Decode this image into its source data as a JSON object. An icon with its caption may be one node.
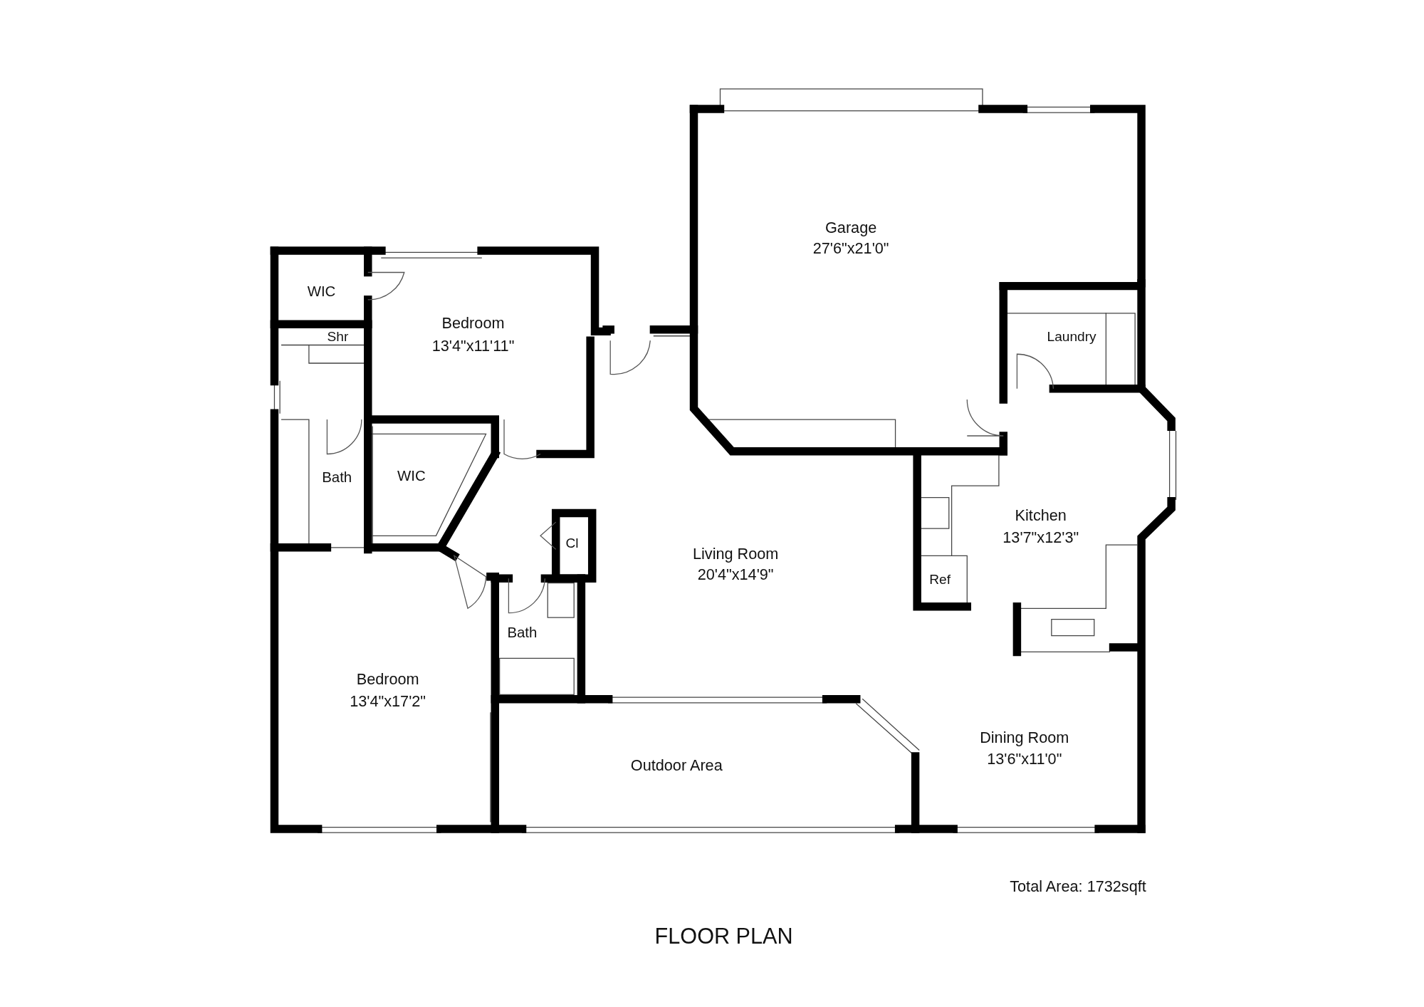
{
  "diagram": {
    "caption": "FLOOR PLAN",
    "labels": [
      "Garage",
      "27'6\"x21'0\"",
      "WIC",
      "Bedroom",
      "13'4\"x11'11\"",
      "Shr",
      "Laundry",
      "Bath",
      "WIC",
      "Kitchen",
      "13'7\"x12'3\"",
      "Cl",
      "Living Room",
      "20'4\"x14'9\"",
      "Ref",
      "Bath",
      "Bedroom",
      "13'4\"x17'2\"",
      "Dining Room",
      "13'6\"x11'0\"",
      "Outdoor Area",
      "Total Area: 1732sqft"
    ]
  }
}
